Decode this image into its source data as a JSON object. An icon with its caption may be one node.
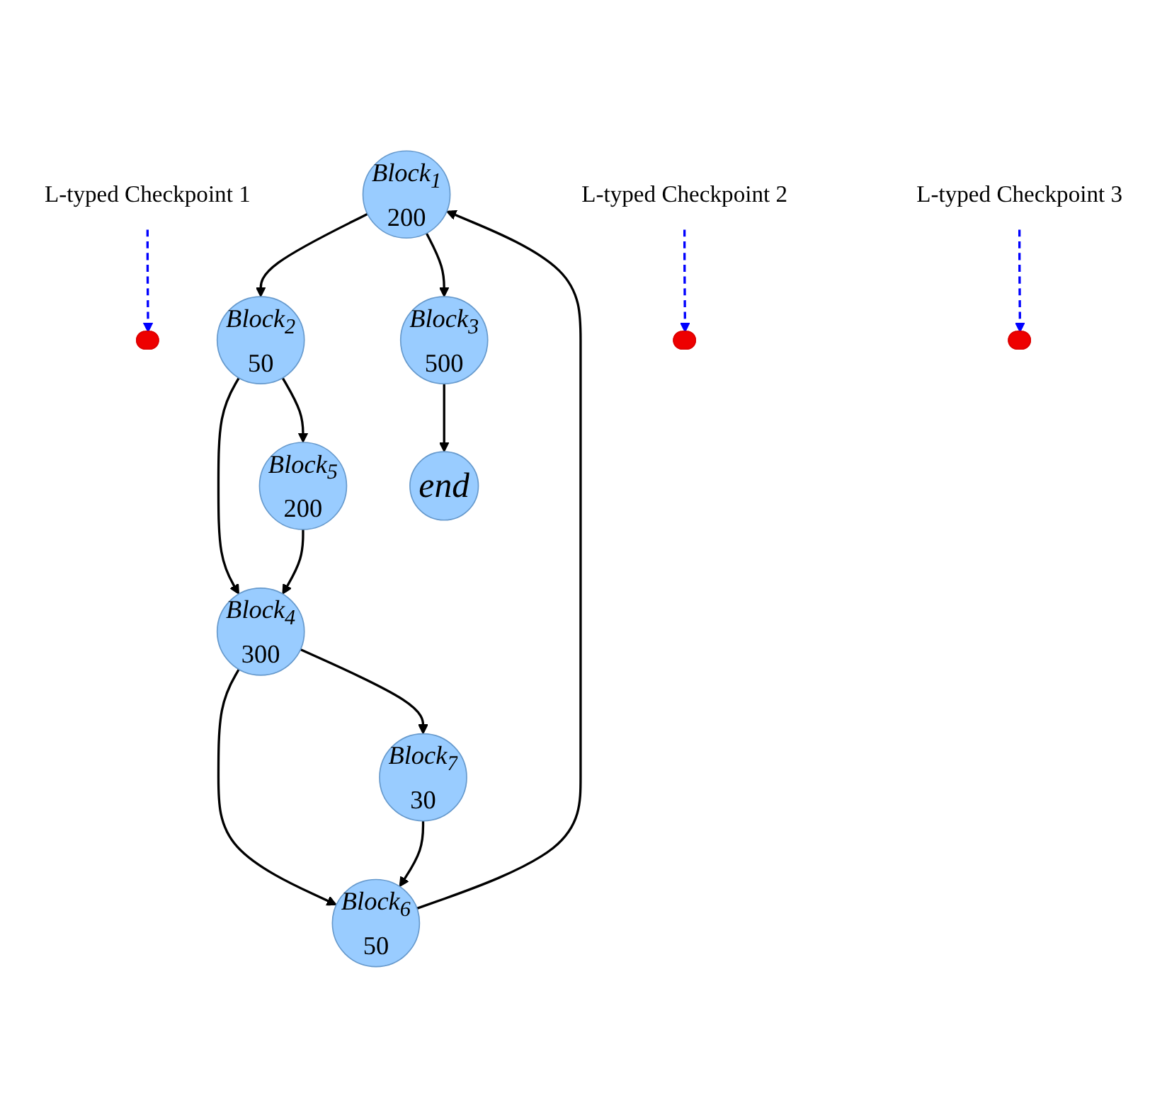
{
  "diagram": {
    "nodes": [
      {
        "text": [
          "*Block*$_{1}$",
          "200"
        ]
      },
      {
        "text": [
          "L-typed Checkpoint 1"
        ]
      },
      {
        "text": [],
        "shape": "ellipse"
      },
      {
        "text": [
          "*Block*$_{3}$",
          "500"
        ]
      },
      {
        "text": [
          "*Block*$_{2}$",
          "50"
        ]
      },
      {
        "text": [
          "L-typed Checkpoint 2"
        ]
      },
      {
        "text": [],
        "shape": "ellipse"
      },
      {
        "text": [
          "*Block*$_{5}$",
          "200"
        ]
      },
      {
        "text": [
          "end"
        ]
      },
      {
        "text": [
          "*Block*$_{4}$",
          "300"
        ]
      },
      {
        "text": [
          "L-typed Checkpoint 3"
        ]
      },
      {
        "text": [],
        "shape": "ellipse"
      },
      {
        "text": [
          "*Block*$_{7}$",
          "30"
        ]
      },
      {
        "text": [
          "*Block*$_{6}$",
          "50"
        ]
      }
    ],
    "edges": [
      {
        "from": 1,
        "to": 2,
        "arrow": "to",
        "style": "dashed",
        "color": "#0000ff"
      },
      {
        "from": 0,
        "to": 4,
        "arrow": "to"
      },
      {
        "from": 0,
        "to": 3,
        "arrow": "to"
      },
      {
        "from": 3,
        "to": 8,
        "arrow": "to"
      },
      {
        "from": 5,
        "to": 6,
        "arrow": "to",
        "style": "dashed",
        "color": "#0000ff"
      },
      {
        "from": 4,
        "to": 9,
        "arrow": "to"
      },
      {
        "from": 4,
        "to": 7,
        "arrow": "to"
      },
      {
        "from": 7,
        "to": 9,
        "arrow": "to"
      },
      {
        "from": 10,
        "to": 11,
        "arrow": "to",
        "style": "dashed",
        "color": "#0000ff"
      },
      {
        "from": 9,
        "to": 13,
        "arrow": "to"
      },
      {
        "from": 9,
        "to": 12,
        "arrow": "to"
      },
      {
        "from": 12,
        "to": 13,
        "arrow": "to"
      },
      {
        "from": 13,
        "to": 0,
        "arrow": "to"
      }
    ]
  }
}
